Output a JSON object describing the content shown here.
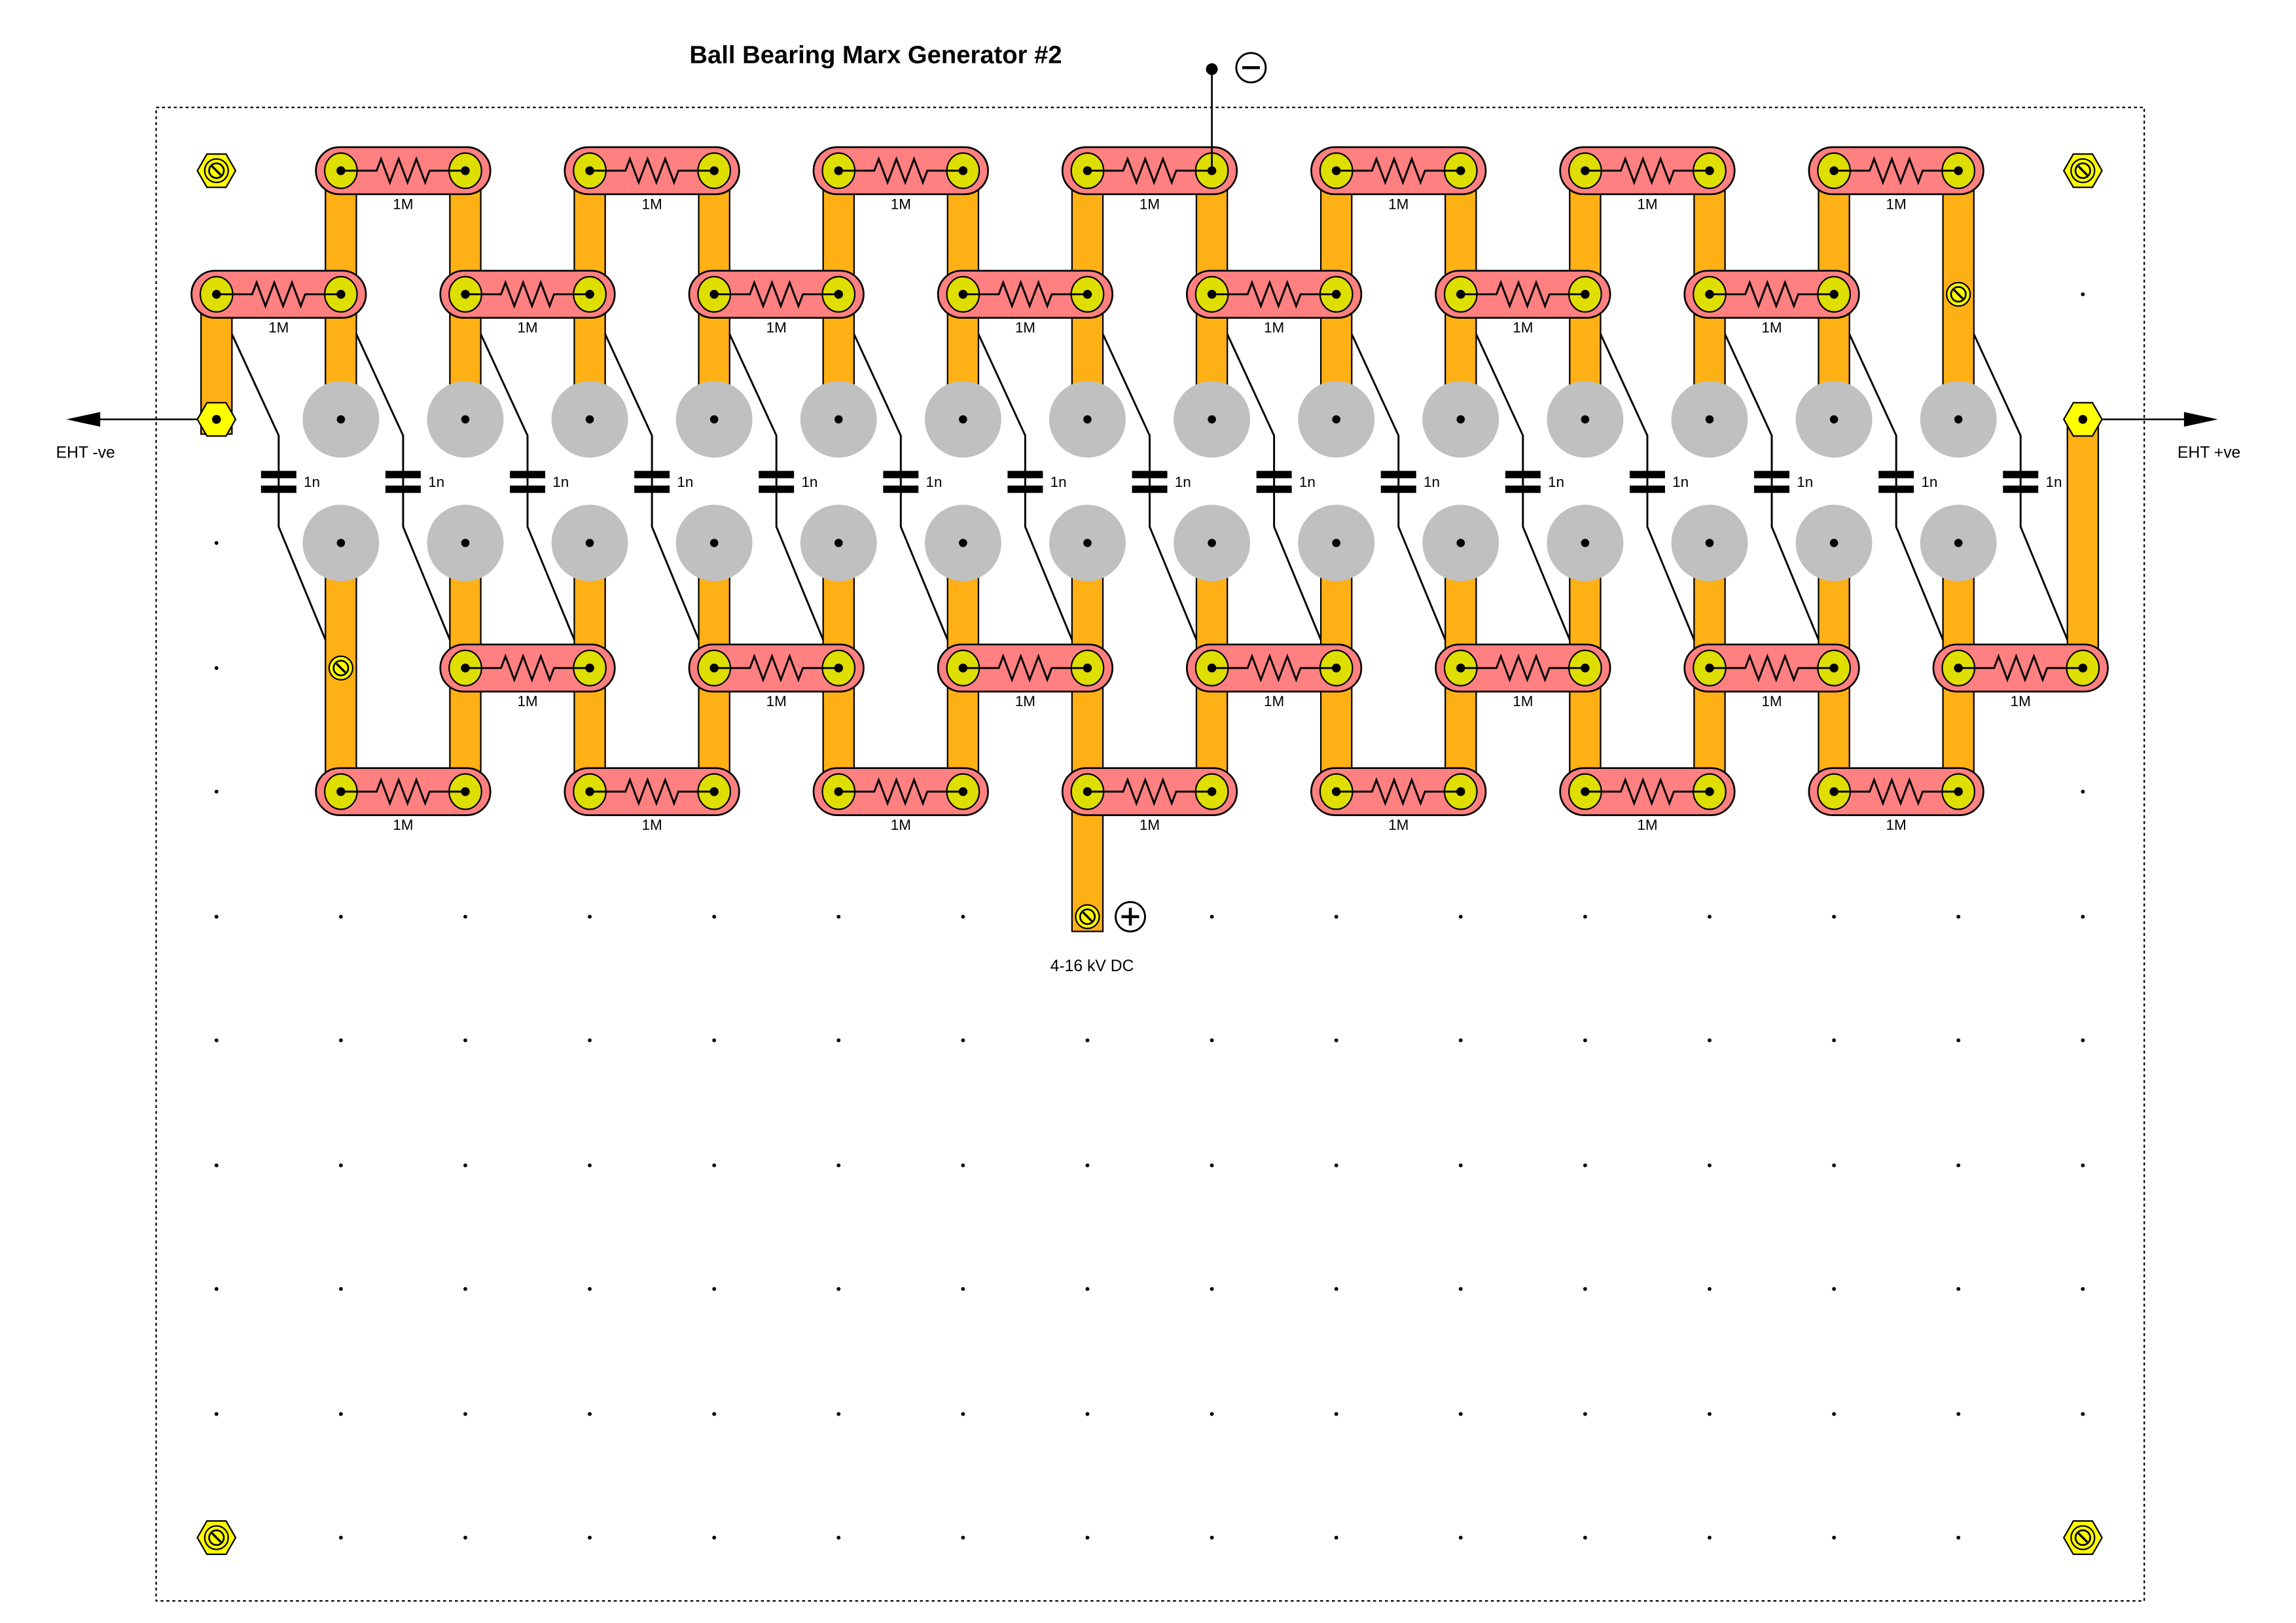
{
  "title": "Ball Bearing Marx Generator #2",
  "resistor_value": "1M",
  "capacitor_value": "1n",
  "stages": 7,
  "eht_negative_label": "EHT -ve",
  "eht_positive_label": "EHT +ve",
  "supply_label": "4-16 kV DC",
  "supply_minus_symbol": "−",
  "supply_plus_symbol": "+",
  "colors": {
    "resistor_body": "#ff8080",
    "terminal": "#dede00",
    "strip": "#ffb014",
    "ball": "#c0c0c0",
    "hex": "#ffff00"
  }
}
